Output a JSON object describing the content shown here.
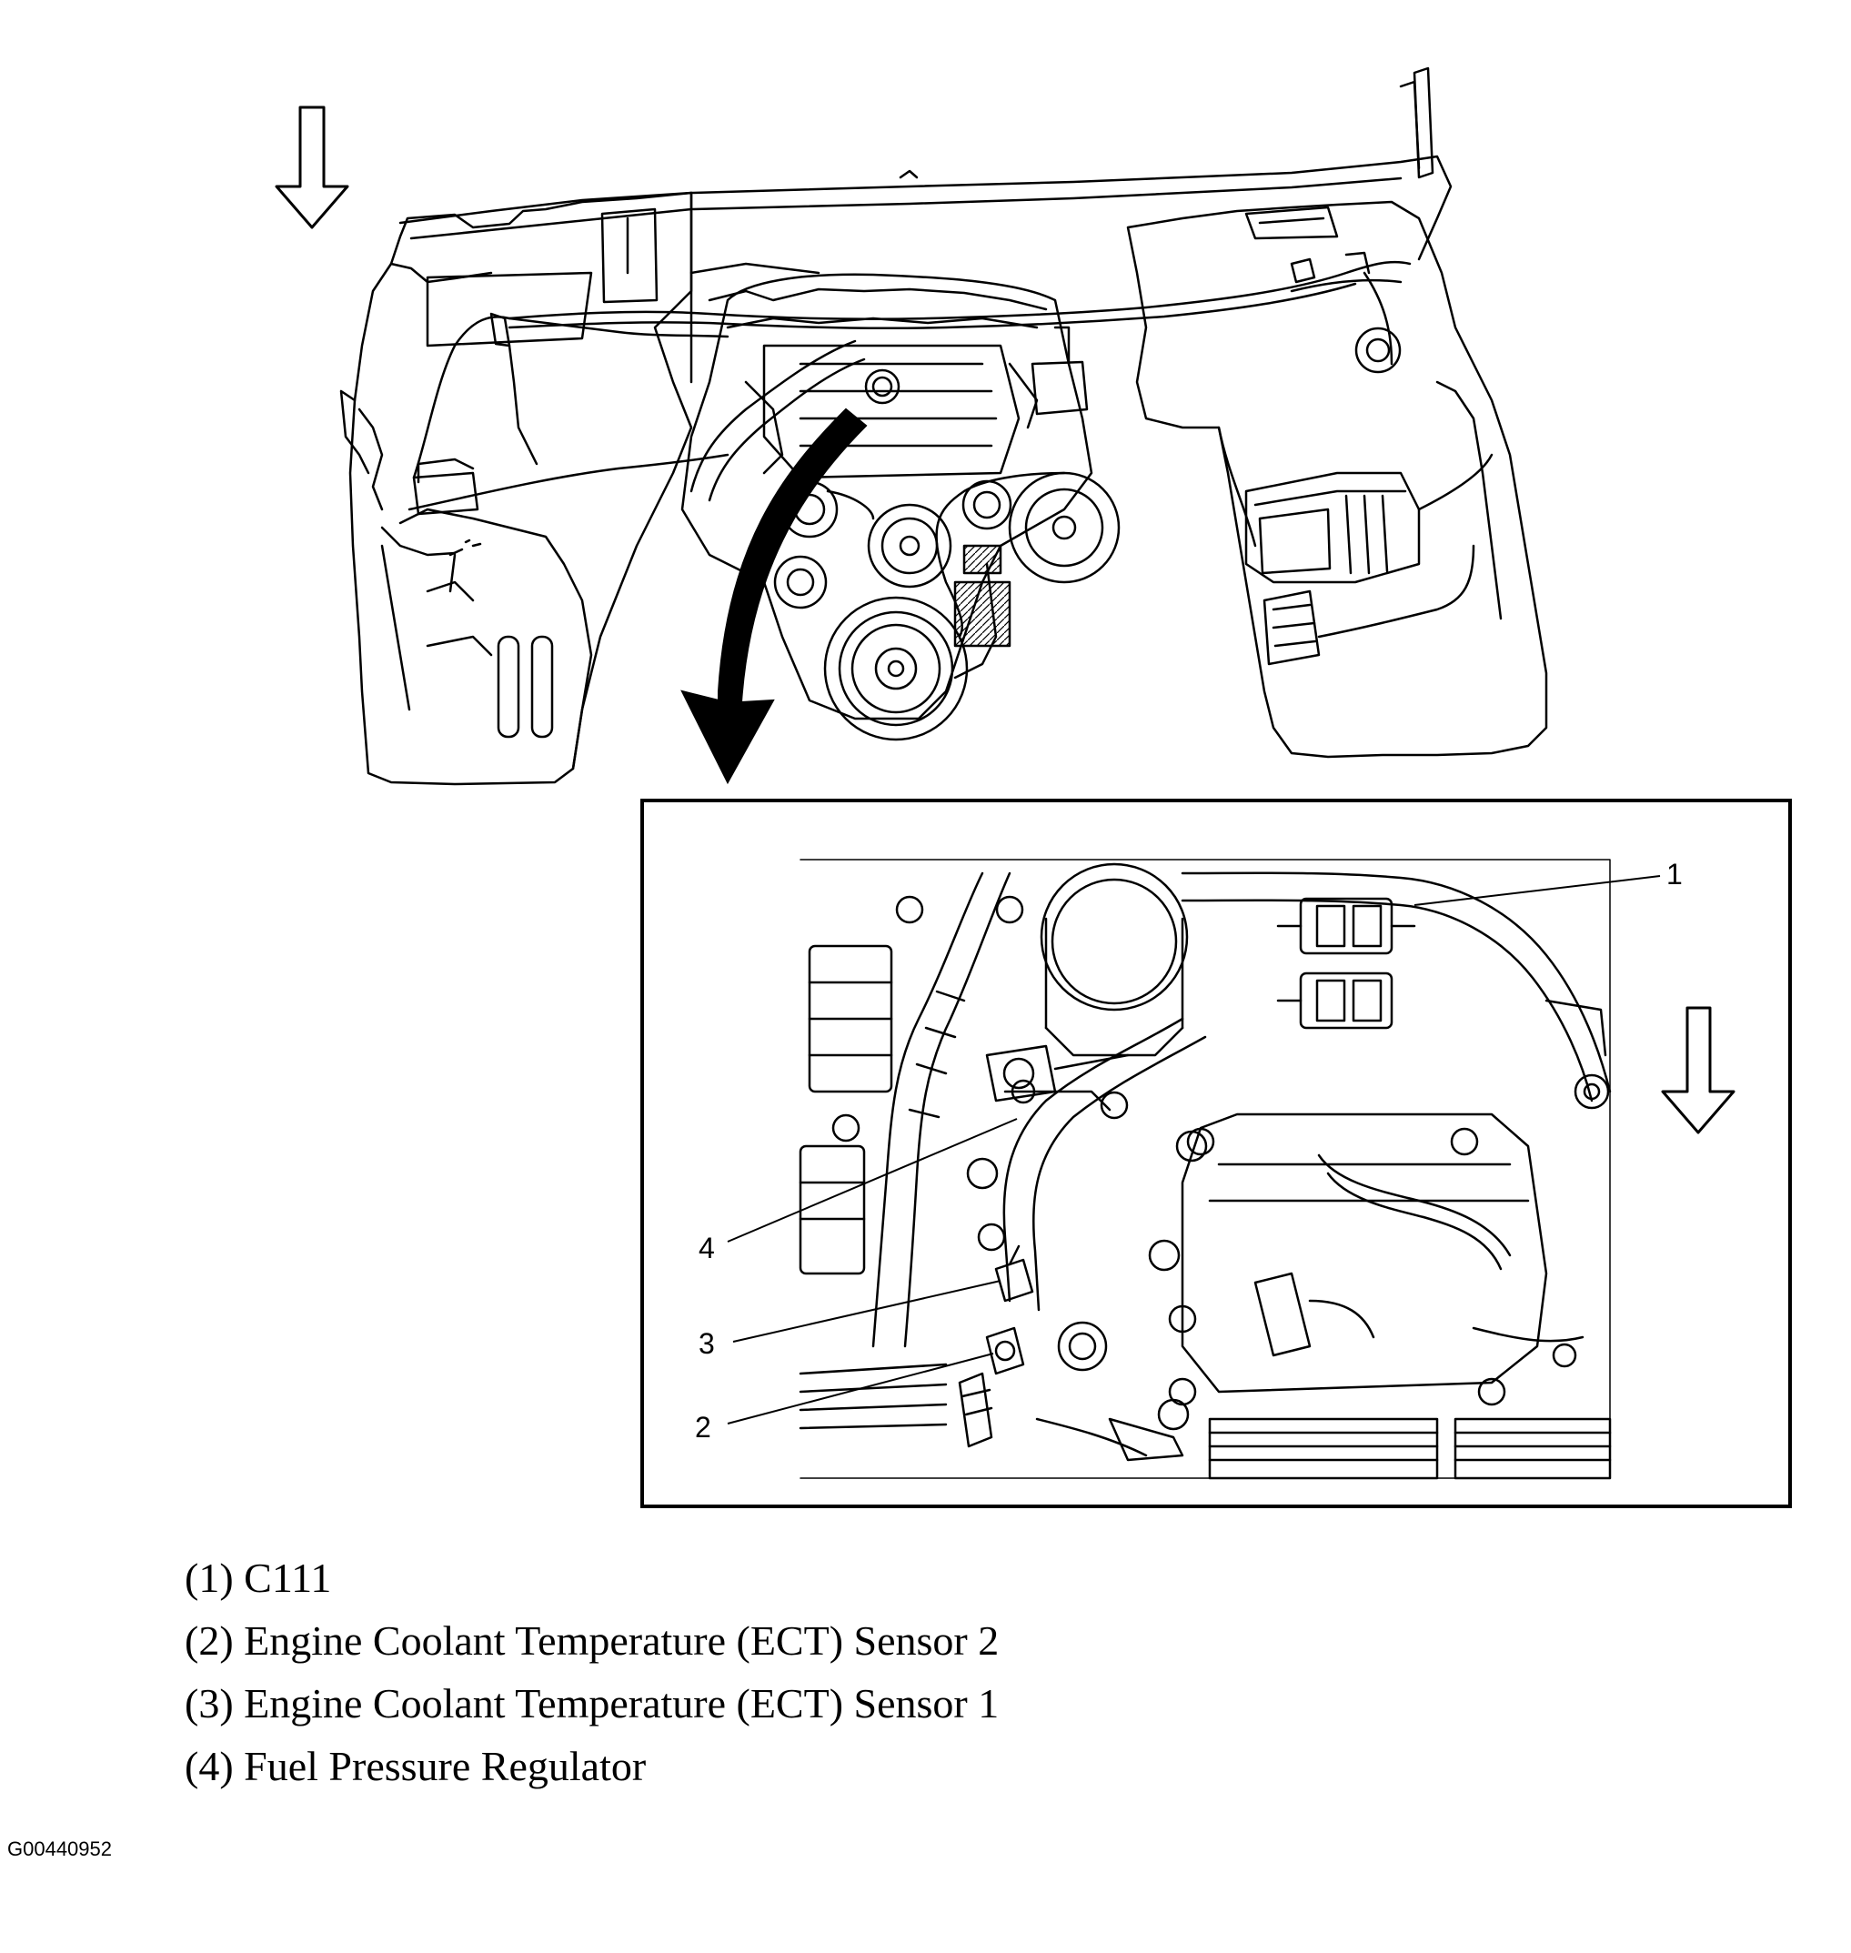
{
  "callouts": [
    {
      "number": "1",
      "label": "(1) C111"
    },
    {
      "number": "2",
      "label": "(2) Engine Coolant Temperature (ECT) Sensor 2"
    },
    {
      "number": "3",
      "label": "(3) Engine Coolant Temperature (ECT) Sensor 1"
    },
    {
      "number": "4",
      "label": "(4) Fuel Pressure Regulator"
    }
  ],
  "figure_id": "G00440952",
  "icons": [
    "view-direction-arrow-icon",
    "zoom-detail-arrow-icon"
  ]
}
